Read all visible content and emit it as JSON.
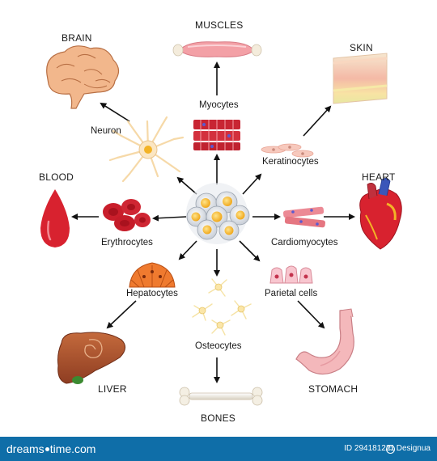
{
  "center": {
    "label": ""
  },
  "cells": {
    "myocytes": "Myocytes",
    "neuron": "Neuron",
    "keratinocytes": "Keratinocytes",
    "erythrocytes": "Erythrocytes",
    "cardiomyocytes": "Cardiomyocytes",
    "hepatocytes": "Hepatocytes",
    "parietal": "Parietal cells",
    "osteocytes": "Osteocytes"
  },
  "organs": {
    "muscles": "MUSCLES",
    "brain": "BRAIN",
    "skin": "SKIN",
    "blood": "BLOOD",
    "heart": "HEART",
    "liver": "LIVER",
    "stomach": "STOMACH",
    "bones": "BONES"
  },
  "footer": {
    "brand_left": "dreams",
    "brand_right": "time.com",
    "image_id": "ID 294181221",
    "author": "Designua",
    "copyright_symbol": "©"
  },
  "colors": {
    "footer_bg": "#0f6ea8",
    "blood": "#d8222f",
    "muscle": "#f0a0a8",
    "liver": "#a24b2c",
    "stomach": "#f4b8bb",
    "bone": "#f1ede4"
  }
}
